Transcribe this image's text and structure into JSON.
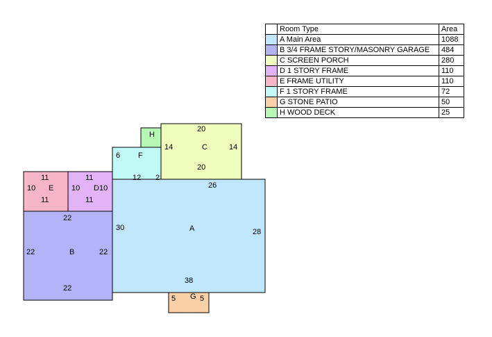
{
  "legend": {
    "header_type": "Room Type",
    "header_area": "Area",
    "rows": [
      {
        "label": "A Main Area",
        "area": "1088",
        "color": "#bfe6fb"
      },
      {
        "label": "B 3/4 FRAME STORY/MASONRY GARAGE",
        "area": "484",
        "color": "#b3b3f8"
      },
      {
        "label": "C SCREEN PORCH",
        "area": "280",
        "color": "#eefcbc"
      },
      {
        "label": "D 1 STORY FRAME",
        "area": "110",
        "color": "#e3b3f8"
      },
      {
        "label": "E FRAME UTILITY",
        "area": "110",
        "color": "#f7b6c7"
      },
      {
        "label": "F 1 STORY FRAME",
        "area": "72",
        "color": "#c1f9f6"
      },
      {
        "label": "G STONE PATIO",
        "area": "50",
        "color": "#fad1a7"
      },
      {
        "label": "H WOOD DECK",
        "area": "25",
        "color": "#b6f7b6"
      }
    ]
  },
  "rooms": {
    "A": {
      "letter": "A",
      "color": "#bfe6fb",
      "dims": [
        "26",
        "28",
        "38",
        "30"
      ]
    },
    "B": {
      "letter": "B",
      "color": "#b3b3f8",
      "dims": [
        "22",
        "22",
        "22",
        "22"
      ]
    },
    "C": {
      "letter": "C",
      "color": "#eefcbc",
      "dims": [
        "20",
        "14",
        "20",
        "14"
      ]
    },
    "D": {
      "letter": "D",
      "color": "#e3b3f8",
      "dims": [
        "11",
        "10",
        "11",
        "10"
      ]
    },
    "E": {
      "letter": "E",
      "color": "#f7b6c7",
      "dims": [
        "11",
        "10",
        "11",
        "10"
      ]
    },
    "F": {
      "letter": "F",
      "color": "#c1f9f6",
      "dims": [
        "6",
        "12",
        "2"
      ]
    },
    "G": {
      "letter": "G",
      "color": "#fad1a7",
      "dims": [
        "5",
        "5"
      ]
    },
    "H": {
      "letter": "H",
      "color": "#b6f7b6",
      "dims": []
    }
  }
}
